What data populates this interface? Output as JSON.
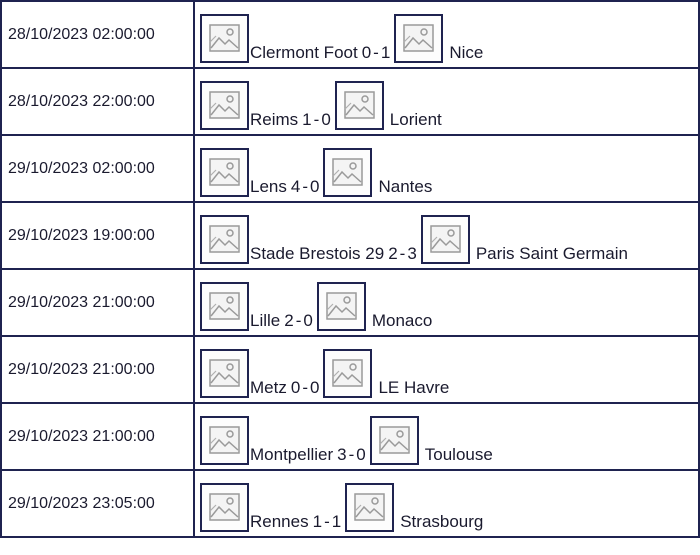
{
  "matches": [
    {
      "date": "28/10/2023 02:00:00",
      "home": "Clermont Foot",
      "home_score": "0",
      "away_score": "1",
      "away": "Nice"
    },
    {
      "date": "28/10/2023 22:00:00",
      "home": "Reims",
      "home_score": "1",
      "away_score": "0",
      "away": "Lorient"
    },
    {
      "date": "29/10/2023 02:00:00",
      "home": "Lens",
      "home_score": "4",
      "away_score": "0",
      "away": "Nantes"
    },
    {
      "date": "29/10/2023 19:00:00",
      "home": "Stade Brestois 29",
      "home_score": "2",
      "away_score": "3",
      "away": "Paris Saint Germain"
    },
    {
      "date": "29/10/2023 21:00:00",
      "home": "Lille",
      "home_score": "2",
      "away_score": "0",
      "away": "Monaco"
    },
    {
      "date": "29/10/2023 21:00:00",
      "home": "Metz",
      "home_score": "0",
      "away_score": "0",
      "away": "LE Havre"
    },
    {
      "date": "29/10/2023 21:00:00",
      "home": "Montpellier",
      "home_score": "3",
      "away_score": "0",
      "away": "Toulouse"
    },
    {
      "date": "29/10/2023 23:05:00",
      "home": "Rennes",
      "home_score": "1",
      "away_score": "1",
      "away": "Strasbourg"
    }
  ],
  "score_separator": "-",
  "icons": {
    "team_logo": "broken-image-icon"
  },
  "colors": {
    "border": "#1f2350",
    "text": "#1a1a2e",
    "background": "#ffffff"
  }
}
